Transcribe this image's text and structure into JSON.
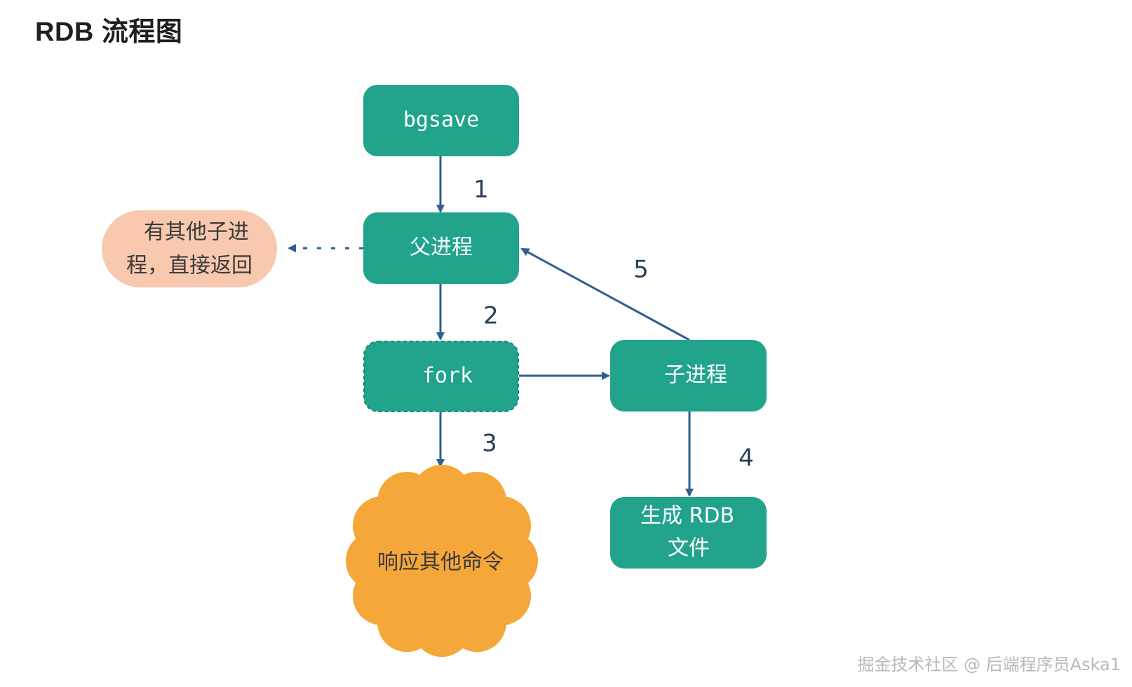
{
  "title": "RDB 流程图",
  "nodes": {
    "bgsave": "bgsave",
    "parent": "父进程",
    "other_child_line1": "有其他子进",
    "other_child_line2": "程，直接返回",
    "fork": "fork",
    "child": "子进程",
    "respond": "响应其他命令",
    "rdb_line1": "生成 RDB",
    "rdb_line2": "文件"
  },
  "steps": [
    "1",
    "2",
    "3",
    "4",
    "5"
  ],
  "watermark": "掘金技术社区 @ 后端程序员Aska1",
  "colors": {
    "node": "#21a38c",
    "arrow": "#2e5f8f",
    "peach": "#f8c9ae",
    "cloud": "#f5a73a"
  }
}
